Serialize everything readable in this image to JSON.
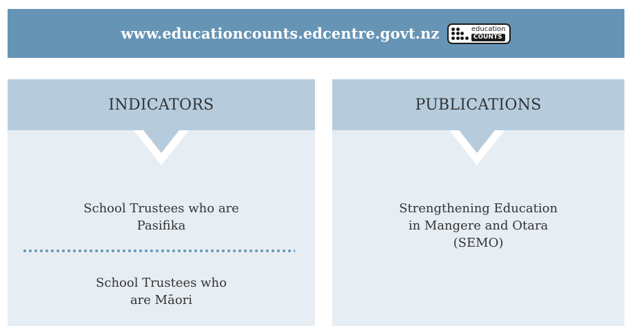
{
  "banner": {
    "url": "www.educationcounts.edcentre.govt.nz",
    "logo": {
      "top_text": "education",
      "bottom_text": "COUNTS"
    }
  },
  "indicators": {
    "heading": "INDICATORS",
    "items": [
      {
        "line1": "School Trustees who are",
        "line2": "Pasifika"
      },
      {
        "line1": "School Trustees who",
        "line2": "are Māori"
      }
    ]
  },
  "publications": {
    "heading": "PUBLICATIONS",
    "items": [
      {
        "line1": "Strengthening Education",
        "line2": "in Mangere and Otara",
        "line3": "(SEMO)"
      }
    ]
  },
  "colors": {
    "banner": "#6694b5",
    "panel_header": "#b6ccdd",
    "panel_body": "#e6edf3",
    "dotted_separator": "#6694b5"
  }
}
